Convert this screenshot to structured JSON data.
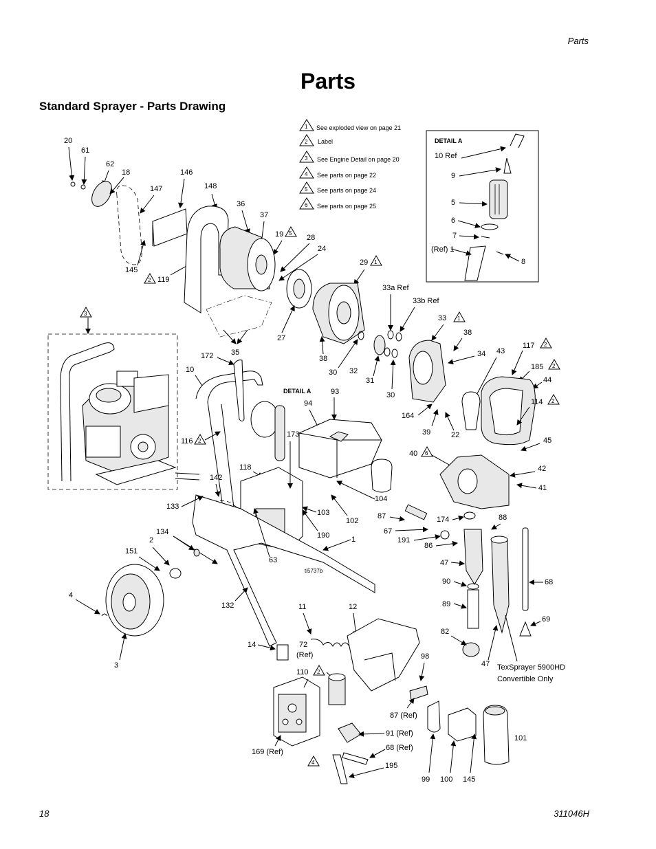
{
  "header": {
    "section": "Parts"
  },
  "title": "Parts",
  "subtitle": "Standard Sprayer - Parts Drawing",
  "legend": [
    {
      "num": "1",
      "text": "See exploded view on page 21"
    },
    {
      "num": "2",
      "text": "Label"
    },
    {
      "num": "3",
      "text": "See Engine Detail on page 20"
    },
    {
      "num": "4",
      "text": "See parts on page 22"
    },
    {
      "num": "5",
      "text": "See parts on page 24"
    },
    {
      "num": "6",
      "text": "See parts on page 25"
    }
  ],
  "detail_a": {
    "title": "DETAIL A",
    "callouts": [
      "10 Ref",
      "9",
      "5",
      "6",
      "7",
      "(Ref) 1",
      "8"
    ]
  },
  "detail_a_main": "DETAIL A",
  "figure_id": "ti5737b",
  "callouts": {
    "c20": "20",
    "c61": "61",
    "c62": "62",
    "c18": "18",
    "c146": "146",
    "c147": "147",
    "c148": "148",
    "c36": "36",
    "c37": "37",
    "c19": "19",
    "c19t": "5",
    "c28": "28",
    "c24": "24",
    "c145a": "145",
    "c119": "119",
    "c119t": "2",
    "c29": "29",
    "c29t": "1",
    "c27": "27",
    "c33aref": "33a Ref",
    "c33bref": "33b Ref",
    "c33": "33",
    "c33t": "1",
    "c38a": "38",
    "c38b": "38",
    "c30a": "30",
    "c32": "32",
    "c31": "31",
    "c30b": "30",
    "c34": "34",
    "c43": "43",
    "c117": "117",
    "c117t": "2",
    "c185": "185",
    "c185t": "2",
    "c44": "44",
    "c114": "114",
    "c114t": "2",
    "c3t": "3",
    "c172": "172",
    "c35": "35",
    "c10": "10",
    "c94": "94",
    "c93": "93",
    "c164": "164",
    "c39": "39",
    "c22": "22",
    "c45": "45",
    "c40": "40",
    "c40t": "6",
    "c116": "116",
    "c116t": "2",
    "c173": "173",
    "c42": "42",
    "c41": "41",
    "c118": "118",
    "c142": "142",
    "c104": "104",
    "c133": "133",
    "c103": "103",
    "c102": "102",
    "c87a": "87",
    "c174": "174",
    "c88": "88",
    "c134": "134",
    "c2": "2",
    "c190": "190",
    "c67": "67",
    "c191": "191",
    "c86": "86",
    "c1": "1",
    "c151": "151",
    "c63": "63",
    "c47a": "47",
    "c90": "90",
    "c68": "68",
    "c4": "4",
    "c132": "132",
    "c89": "89",
    "c11": "11",
    "c12": "12",
    "c69": "69",
    "c82": "82",
    "c14": "14",
    "c72": "72",
    "c72ref": "(Ref)",
    "c3": "3",
    "c98": "98",
    "c47b": "47",
    "c110": "110",
    "c110t": "2",
    "tex1": "TexSprayer 5900HD",
    "tex2": "Convertible Only",
    "c87ref": "87 (Ref)",
    "c91ref": "91 (Ref)",
    "c101": "101",
    "c68ref": "68 (Ref)",
    "c169ref": "169 (Ref)",
    "c4t": "4",
    "c195": "195",
    "c99": "99",
    "c100": "100",
    "c145b": "145"
  },
  "footer": {
    "page": "18",
    "doc": "311046H"
  }
}
